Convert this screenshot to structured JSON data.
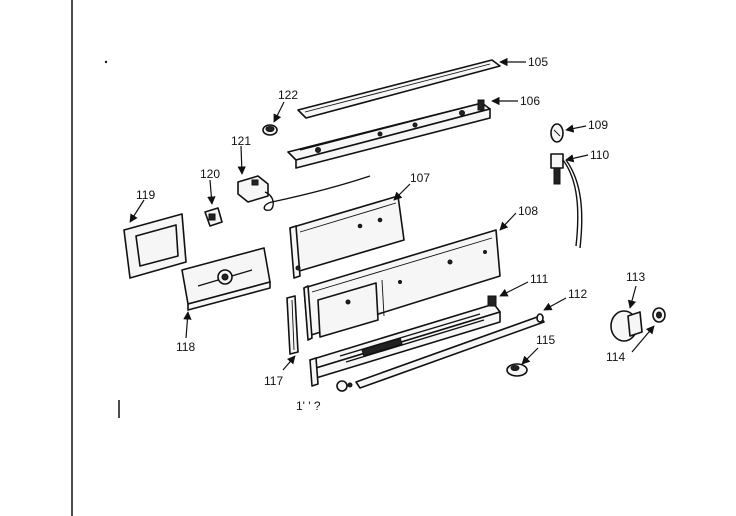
{
  "labels": {
    "p105": "105",
    "p106": "106",
    "p107": "107",
    "p108": "108",
    "p109": "109",
    "p110": "110",
    "p111": "111",
    "p112": "112",
    "p113": "113",
    "p114": "114",
    "p115": "115",
    "p116": "1' ' ?",
    "p117": "117",
    "p118": "118",
    "p119": "119",
    "p120": "120",
    "p121": "121",
    "p122": "122"
  }
}
